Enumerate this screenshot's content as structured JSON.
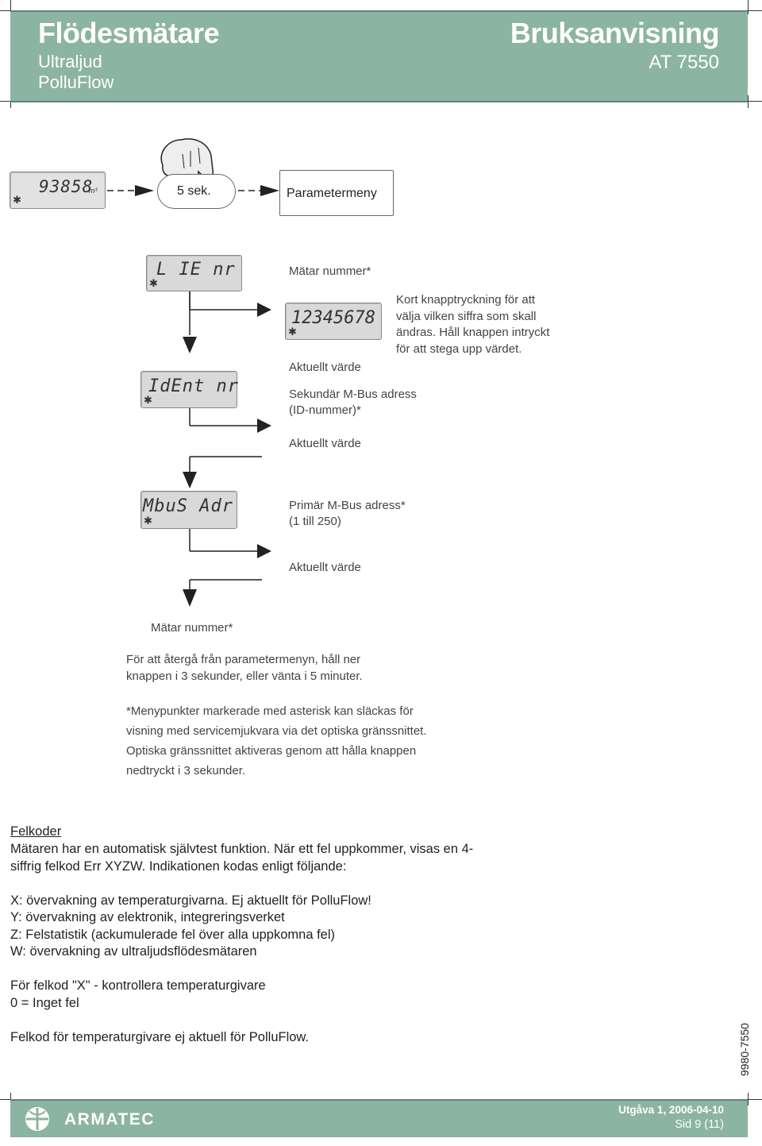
{
  "header": {
    "title": "Flödesmätare",
    "subtitle1": "Ultraljud",
    "subtitle2": "PolluFlow",
    "doc_type": "Bruksanvisning",
    "model": "AT 7550"
  },
  "top_flow": {
    "lcd_value": "93858",
    "lcd_unit": "m³",
    "press_label": "5 sek.",
    "menu_label": "Parametermeny"
  },
  "displays": {
    "meter_no_lcd": "L IE nr",
    "meter_value_lcd": "12345678",
    "ident_lcd": "IdEnt nr",
    "mbus_lcd": "MbuS Adr"
  },
  "labels": {
    "meter_number": "Mätar nummer*",
    "current_value_1": "Aktuellt värde",
    "secondary_line1": "Sekundär M-Bus adress",
    "secondary_line2": "(ID-nummer)*",
    "current_value_2": "Aktuellt värde",
    "primary_line1": "Primär M-Bus adress*",
    "primary_line2": "(1 till 250)",
    "current_value_3": "Aktuellt värde",
    "meter_number_2": "Mätar nummer*"
  },
  "hint": {
    "line1": "Kort knapptryckning för att",
    "line2": "välja vilken siffra som skall",
    "line3": "ändras. Håll knappen intryckt",
    "line4": "för att stega upp värdet."
  },
  "return_note": {
    "line1": "För att återgå från parametermenyn, håll ner",
    "line2": "knappen i 3 sekunder, eller vänta i 5 minuter."
  },
  "asterisk_note": {
    "line1": "*Menypunkter markerade med asterisk kan släckas för",
    "line2": "visning med servicemjukvara via det optiska gränssnittet.",
    "line3": "Optiska gränssnittet aktiveras genom att hålla knappen",
    "line4": "nedtryckt i 3 sekunder."
  },
  "error_codes": {
    "heading": "Felkoder",
    "intro1": "Mätaren har en automatisk självtest funktion. När ett fel uppkommer, visas en 4-",
    "intro2": "siffrig felkod Err XYZW. Indikationen kodas enligt följande:",
    "x": "X: övervakning av temperaturgivarna. Ej aktuellt för PolluFlow!",
    "y": "Y: övervakning av elektronik, integreringsverket",
    "z": "Z: Felstatistik (ackumulerade fel över alla uppkomna fel)",
    "w": "W: övervakning av ultraljudsflödesmätaren",
    "x_heading": "För felkod \"X\" - kontrollera temperaturgivare",
    "x_zero": "0 = Inget fel",
    "note": "Felkod för temperaturgivare ej aktuell för PolluFlow."
  },
  "footer": {
    "brand": "ARMATEC",
    "edition": "Utgåva 1, 2006-04-10",
    "page": "Sid  9 (11)",
    "doc_code": "9980-7550"
  }
}
